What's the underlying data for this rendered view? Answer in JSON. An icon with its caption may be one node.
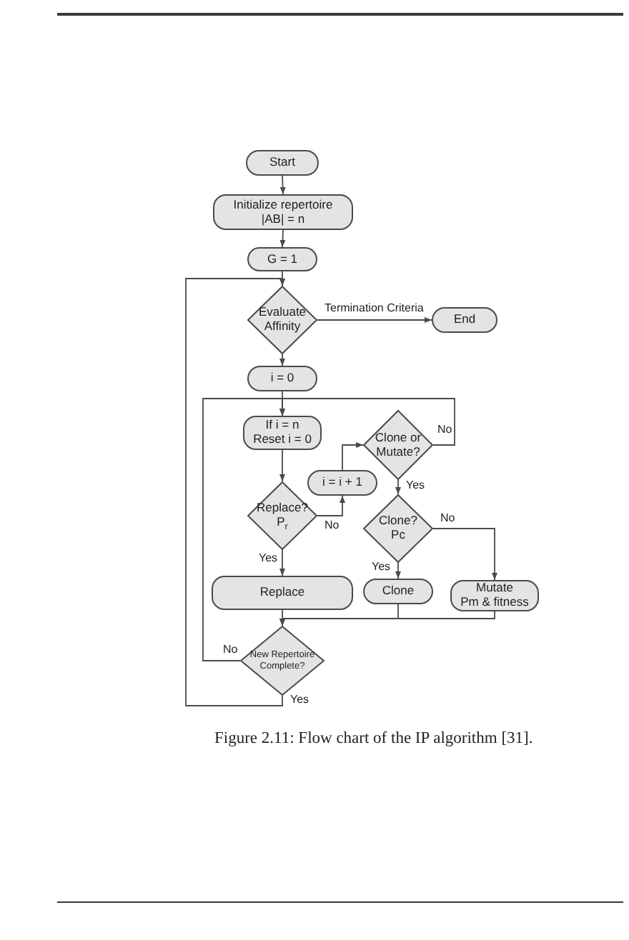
{
  "diagram": {
    "caption": "Figure 2.11: Flow chart of the IP algorithm [31].",
    "nodes": [
      {
        "text": [
          "Start"
        ]
      },
      {
        "text": [
          "Initialize repertoire",
          "|AB| = n"
        ]
      },
      {
        "text": [
          "G = 1"
        ]
      },
      {
        "text": [
          "Evaluate Affinity"
        ]
      },
      {
        "text": [
          "End"
        ]
      },
      {
        "text": [
          "i = 0"
        ]
      },
      {
        "text": [
          "If i = n",
          "Reset i = 0"
        ]
      },
      {
        "text": [
          "Clone or Mutate?"
        ]
      },
      {
        "text": [
          "i = i + 1"
        ]
      },
      {
        "text": [
          "Replace?",
          "P$_{r}$"
        ]
      },
      {
        "text": [
          "Clone?",
          "Pc"
        ]
      },
      {
        "text": [
          "Replace"
        ]
      },
      {
        "text": [
          "Clone"
        ]
      },
      {
        "text": [
          "Mutate",
          "Pm & fitness"
        ]
      },
      {
        "text": [
          "New Repertoire Complete?"
        ]
      }
    ],
    "edges": [
      {
        "from": 0,
        "to": 1,
        "arrow": "to"
      },
      {
        "from": 1,
        "to": 2,
        "arrow": "to"
      },
      {
        "from": 2,
        "to": 3,
        "arrow": "to"
      },
      {
        "from": 3,
        "to": 4,
        "arrow": "to",
        "label": "Termination Criteria"
      },
      {
        "from": 3,
        "to": 5,
        "arrow": "to"
      },
      {
        "from": 5,
        "to": 6,
        "arrow": "to"
      },
      {
        "from": 6,
        "to": 9,
        "arrow": "to"
      },
      {
        "from": 9,
        "to": 8,
        "arrow": "to",
        "label": "No"
      },
      {
        "from": 8,
        "to": 7,
        "arrow": "to"
      },
      {
        "from": 7,
        "to": 6,
        "arrow": "to",
        "label": "No"
      },
      {
        "from": 7,
        "to": 10,
        "arrow": "to",
        "label": "Yes"
      },
      {
        "from": 10,
        "to": 12,
        "arrow": "to",
        "label": "Yes"
      },
      {
        "from": 10,
        "to": 13,
        "arrow": "to",
        "label": "No"
      },
      {
        "from": 9,
        "to": 11,
        "arrow": "to",
        "label": "Yes"
      },
      {
        "from": 11,
        "to": 14,
        "arrow": "to"
      },
      {
        "from": 12,
        "to": 14,
        "arrow": "to"
      },
      {
        "from": 13,
        "to": 14,
        "arrow": "to"
      },
      {
        "from": 14,
        "to": 6,
        "arrow": "to",
        "label": "No"
      },
      {
        "from": 14,
        "to": 3,
        "arrow": "to",
        "label": "Yes"
      }
    ]
  }
}
